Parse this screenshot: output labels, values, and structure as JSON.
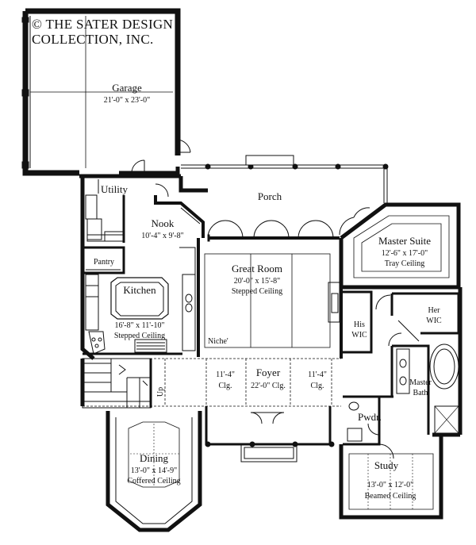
{
  "copyright": {
    "line1": "© THE SATER DESIGN",
    "line2": "COLLECTION, INC."
  },
  "rooms": {
    "garage": {
      "name": "Garage",
      "size": "21'-0\" x 23'-0\""
    },
    "utility": {
      "name": "Utility"
    },
    "porch": {
      "name": "Porch"
    },
    "nook": {
      "name": "Nook",
      "size": "10'-4\" x 9'-8\""
    },
    "pantry": {
      "name": "Pantry"
    },
    "kitchen": {
      "name": "Kitchen",
      "size": "16'-8\" x 11'-10\"",
      "ceiling": "Stepped Ceiling"
    },
    "great_room": {
      "name": "Great Room",
      "size": "20'-0\" x 15'-8\"",
      "ceiling": "Stepped Ceiling"
    },
    "niche": {
      "name": "Niche'"
    },
    "master_suite": {
      "name": "Master Suite",
      "size": "12'-6\" x 17'-0\"",
      "ceiling": "Tray Ceiling"
    },
    "his_wic": {
      "line1": "His",
      "line2": "WIC"
    },
    "her_wic": {
      "line1": "Her",
      "line2": "WIC"
    },
    "master_bath": {
      "line1": "Master",
      "line2": "Bath"
    },
    "foyer_left": {
      "dim": "11'-4\"",
      "clg": "Clg."
    },
    "foyer": {
      "name": "Foyer",
      "size": "22'-0\" Clg."
    },
    "foyer_right": {
      "dim": "11'-4\"",
      "clg": "Clg."
    },
    "up": {
      "label": "Up"
    },
    "pwdr": {
      "name": "Pwdr."
    },
    "dining": {
      "name": "Dining",
      "size": "13'-0\" x 14'-9\"",
      "ceiling": "Coffered Ceiling"
    },
    "study": {
      "name": "Study",
      "size": "13'-0\" x 12'-0\"",
      "ceiling": "Beamed Ceiling"
    }
  }
}
